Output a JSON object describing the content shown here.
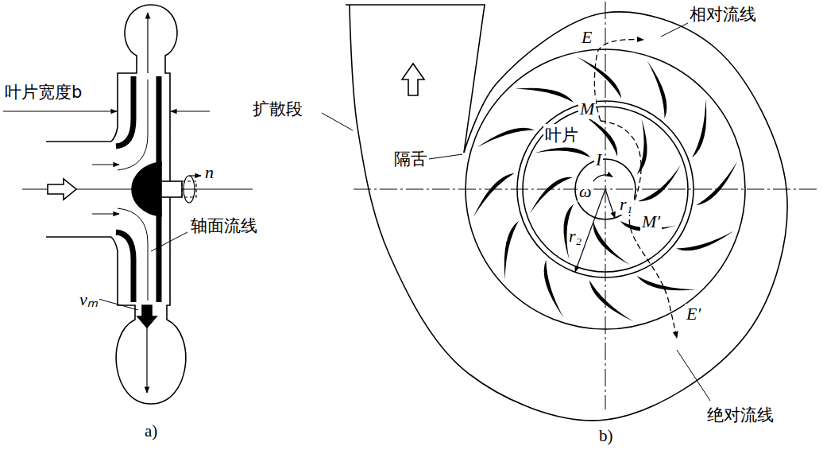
{
  "diagram": {
    "labels": [
      "叶片宽度b",
      "n",
      "轴面流线",
      "vₘ",
      "a)",
      "扩散段",
      "隔舌",
      "相对流线",
      "E",
      "M",
      "叶片",
      "I",
      "ω",
      "r₁",
      "M′",
      "r₂",
      "E′",
      "绝对流线",
      "b)"
    ]
  }
}
